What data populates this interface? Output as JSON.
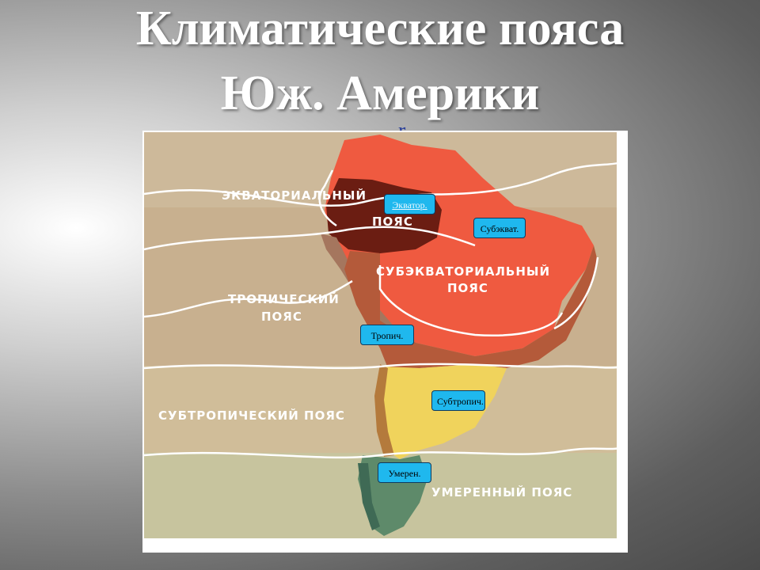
{
  "slide": {
    "title_line1": "Климатические пояса",
    "title_line2": "Юж. Америки"
  },
  "map": {
    "zone_labels": {
      "equatorial_1": "ЭКВАТОРИАЛЬНЫЙ",
      "equatorial_2": "ПОЯС",
      "subequatorial_1": "СУБЭКВАТОРИАЛЬНЫЙ",
      "subequatorial_2": "ПОЯС",
      "tropical_1": "ТРОПИЧЕСКИЙ",
      "tropical_2": "ПОЯС",
      "subtropical": "СУБТРОПИЧЕСКИЙ ПОЯС",
      "temperate": "УМЕРЕННЫЙ ПОЯС"
    },
    "zone_colors": {
      "equatorial": "#6b1d12",
      "subequatorial": "#ef5a40",
      "tropical": "#b45a3a",
      "tropical_west": "#a5765e",
      "subtropical": "#f0d35c",
      "temperate": "#5e8a6a",
      "background": "#c9b79a"
    }
  },
  "buttons": {
    "equator": "Экватор.",
    "subequator": "Субэкват.",
    "tropical": "Тропич.",
    "subtropical": "Субтропич.",
    "temperate": "Умерен."
  }
}
